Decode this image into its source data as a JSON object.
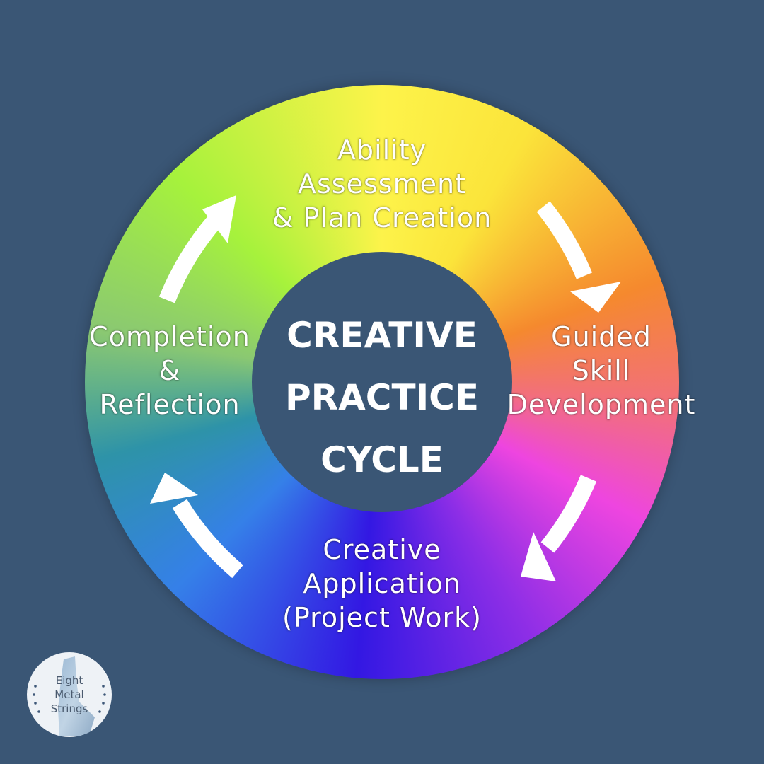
{
  "center": {
    "lines": [
      "CREATIVE",
      "PRACTICE",
      "CYCLE"
    ]
  },
  "stages": {
    "top": [
      "Ability",
      "Assessment",
      "& Plan Creation"
    ],
    "right": [
      "Guided",
      "Skill",
      "Development"
    ],
    "bottom": [
      "Creative",
      "Application",
      "(Project Work)"
    ],
    "left": [
      "Completion",
      "&",
      "Reflection"
    ]
  },
  "logo": {
    "lines": [
      "Eight",
      "Metal",
      "Strings"
    ]
  },
  "colors": {
    "background": "#3a5675",
    "text": "#ffffff",
    "arrows": "#ffffff"
  },
  "icons": [
    "clockwise-arrow-icon"
  ]
}
